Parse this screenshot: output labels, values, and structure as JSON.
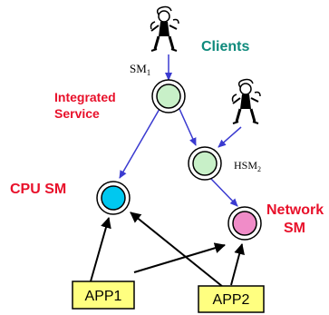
{
  "labels": {
    "clients": "Clients",
    "integrated_line1": "Integrated",
    "integrated_line2": "Service",
    "sm1_base": "SM",
    "sm1_sub": "1",
    "hsm2_base": "HSM",
    "hsm2_sub": "2",
    "cpu_sm": "CPU SM",
    "network_line1": "Network",
    "network_line2": "SM"
  },
  "apps": {
    "app1": "APP1",
    "app2": "APP2"
  },
  "icons": {
    "client_top": "person-with-phone-icon",
    "client_right": "person-with-phone-icon"
  },
  "colors": {
    "red_label": "#e8102a",
    "teal_label": "#0e8a7c",
    "edge_blue": "#3a3ad0",
    "node_green": "#c8f0c8",
    "node_cyan": "#00c8f0",
    "node_pink": "#f08cc8",
    "app_fill": "#ffff80"
  }
}
